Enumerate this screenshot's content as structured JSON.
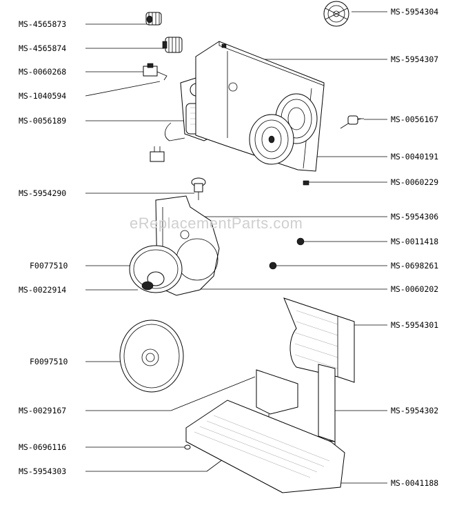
{
  "watermark": "eReplacementParts.com",
  "labels_left": [
    "MS-4565873",
    "MS-4565874",
    "MS-0060268",
    "MS-1040594",
    "MS-0056189",
    "MS-5954290",
    "F0077510",
    "MS-0022914",
    "F0097510",
    "MS-0029167",
    "MS-0696116",
    "MS-5954303"
  ],
  "labels_right": [
    "MS-5954304",
    "MS-5954307",
    "MS-0056167",
    "MS-0040191",
    "MS-0060229",
    "MS-5954306",
    "MS-0011418",
    "MS-0698261",
    "MS-0060202",
    "MS-5954301",
    "MS-5954302",
    "MS-0041188"
  ]
}
